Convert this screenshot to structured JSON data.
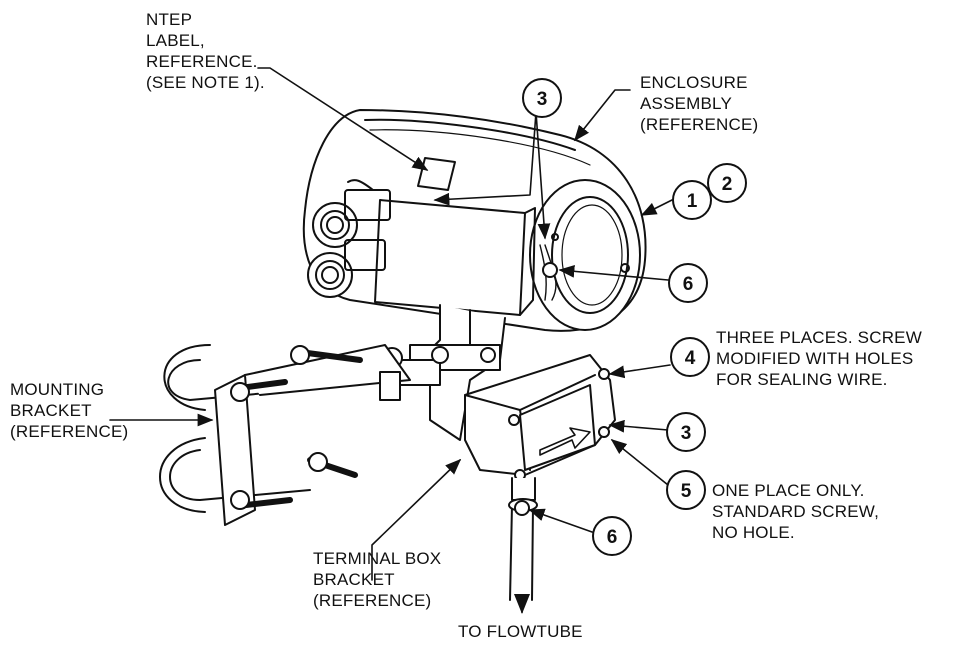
{
  "labels": {
    "ntep": "NTEP\nLABEL,\nREFERENCE.\n(SEE NOTE 1).",
    "enclosure": "ENCLOSURE\nASSEMBLY\n(REFERENCE)",
    "mounting": "MOUNTING\nBRACKET\n(REFERENCE)",
    "three_places": "THREE PLACES. SCREW\nMODIFIED WITH HOLES\nFOR SEALING WIRE.",
    "one_place": "ONE PLACE ONLY.\nSTANDARD SCREW,\nNO HOLE.",
    "terminal_box": "TERMINAL BOX\nBRACKET\n(REFERENCE)",
    "to_flowtube": "TO FLOWTUBE"
  },
  "callouts": {
    "c3_top": "3",
    "c1": "1",
    "c2": "2",
    "c6_top": "6",
    "c4": "4",
    "c3_right": "3",
    "c5": "5",
    "c6_bottom": "6"
  }
}
